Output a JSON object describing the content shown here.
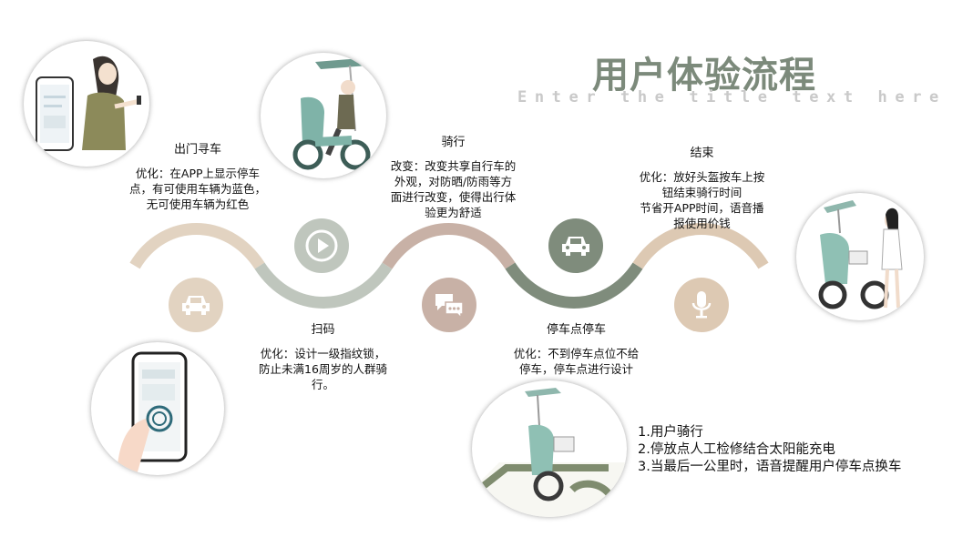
{
  "header": {
    "title": "用户体验流程",
    "subtitle": "Enter the title text here"
  },
  "steps": [
    {
      "title": "出门寻车",
      "desc": [
        "优化：在APP上显示停车",
        "点，有可使用车辆为蓝色，",
        "无可使用车辆为红色"
      ],
      "icon": "car-icon",
      "color": "#e2d3c1"
    },
    {
      "title": "扫码",
      "desc": [
        "优化：设计一级指纹锁，",
        "防止未满16周岁的人群骑",
        "行。"
      ],
      "icon": "play-icon",
      "color": "#bfc6bd"
    },
    {
      "title": "骑行",
      "desc": [
        "改变：改变共享自行车的",
        "外观，对防晒/防雨等方",
        "面进行改变，使得出行体",
        "验更为舒适"
      ],
      "icon": "chat-bubbles-icon",
      "color": "#c8b1a6"
    },
    {
      "title": "停车点停车",
      "desc": [
        "优化：不到停车点位不给",
        "停车，停车点进行设计"
      ],
      "icon": "car-icon",
      "color": "#7f8c7c"
    },
    {
      "title": "结束",
      "desc": [
        "优化：放好头盔按车上按",
        "钮结束骑行时间",
        "节省开APP时间，语音播",
        "报使用价钱"
      ],
      "icon": "microphone-icon",
      "color": "#ddc9b3"
    }
  ],
  "notes": [
    "1.用户骑行",
    " 2.停放点人工检修结合太阳能充电",
    " 3.当最后一公里时，语音提醒用户停车点换车"
  ]
}
